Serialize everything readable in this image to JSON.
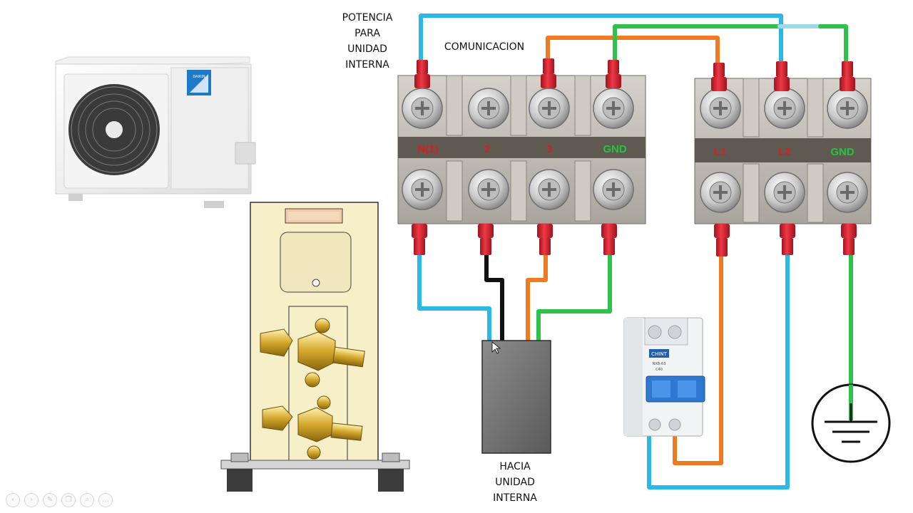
{
  "labels": {
    "potencia": "POTENCIA\nPARA\nUNIDAD\nINTERNA",
    "comunicacion": "COMUNICACION",
    "hacia": "HACIA\nUNIDAD\nINTERNA"
  },
  "brand": "DAIKIN",
  "breaker": {
    "brand": "CHINT",
    "model": "NXB-63",
    "rating": "C40"
  },
  "terminal_block_a": {
    "terminals": [
      "N(1)",
      "2",
      "3",
      "GND"
    ]
  },
  "terminal_block_b": {
    "terminals": [
      "L1",
      "L2",
      "GND"
    ]
  },
  "player_controls": [
    "back",
    "forward",
    "draw",
    "copy",
    "zoom",
    "more"
  ],
  "colors": {
    "wire_blue": "#2ab8e6",
    "wire_orange": "#f07a22",
    "wire_green": "#2ec24a",
    "wire_black": "#111111",
    "terminal_red": "#d61f2e",
    "label_red": "#d81e1e",
    "label_green": "#26c43c",
    "block_gray": "#bdb9b2",
    "band_dark": "#5e5a52"
  }
}
